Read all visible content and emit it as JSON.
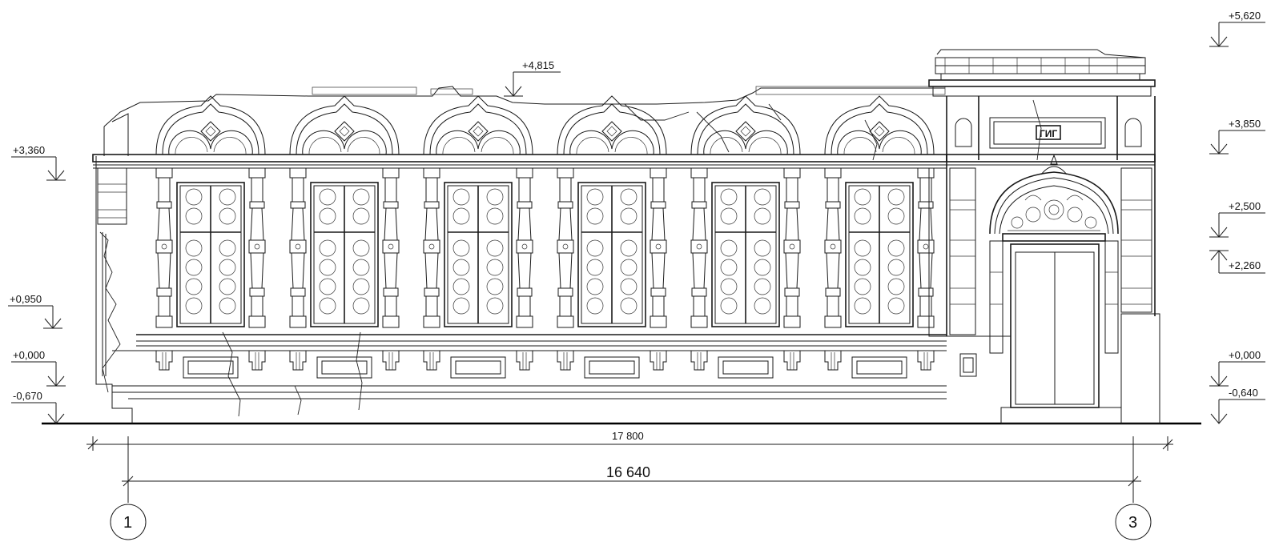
{
  "elevation_marks_left": [
    "+3,360",
    "+0,950",
    "+0,000",
    "-0,670"
  ],
  "elevation_marks_right": [
    "+5,620",
    "+3,850",
    "+2,500",
    "+2,260",
    "+0,000",
    "-0,640"
  ],
  "elevation_mark_top": "+4,815",
  "dimensions": {
    "overall": "17 800",
    "axis_span": "16 640"
  },
  "axes": [
    "1",
    "3"
  ],
  "sign_text": "ГИГ",
  "colors": {
    "line": "#1a1a1a",
    "background": "#ffffff"
  }
}
